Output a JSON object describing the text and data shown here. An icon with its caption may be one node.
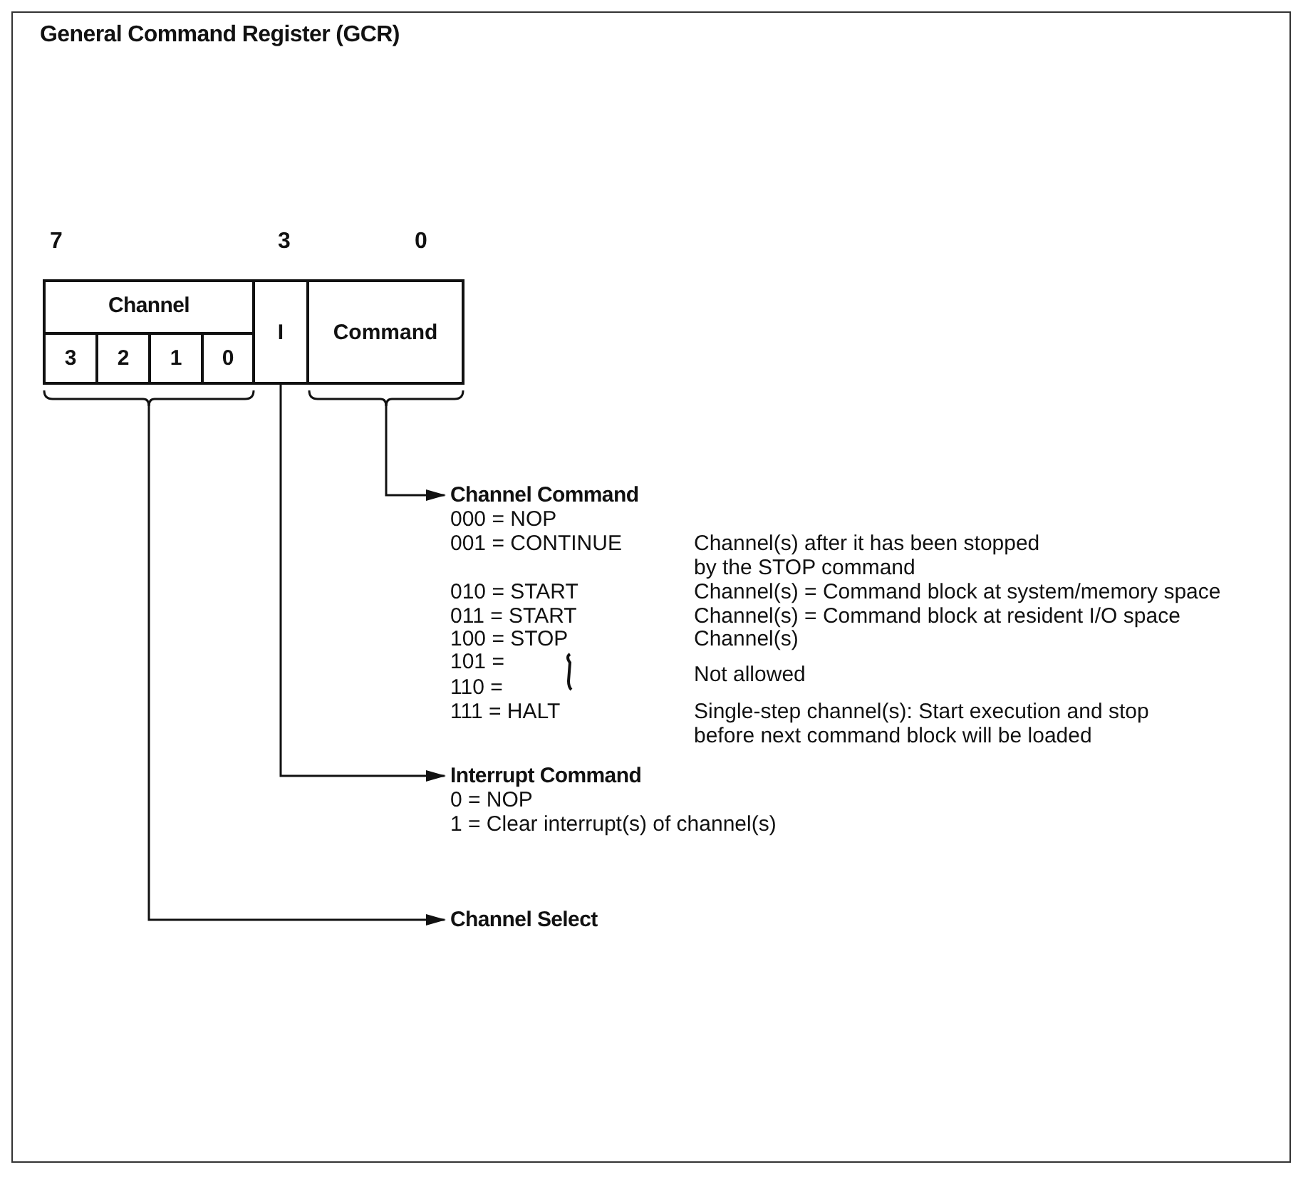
{
  "diagram": {
    "title": "General Command Register (GCR)",
    "nodes": [
      {
        "text": [
          "Channel"
        ]
      },
      {
        "text": [
          "3"
        ],
        "in": 0
      },
      {
        "text": [
          "2"
        ],
        "in": 0
      },
      {
        "text": [
          "1"
        ],
        "in": 0
      },
      {
        "text": [
          "0"
        ],
        "in": 0
      },
      {
        "text": [
          "I"
        ]
      },
      {
        "text": [
          "Command"
        ]
      },
      {
        "text": [
          "Channel Command"
        ]
      },
      {
        "text": [
          "Interrupt Command"
        ]
      },
      {
        "text": [
          "Channel Select"
        ]
      }
    ],
    "edges": [
      {
        "from": 6,
        "to": 7,
        "arrow": "to"
      },
      {
        "from": 5,
        "to": 8,
        "arrow": "to"
      },
      {
        "from": 0,
        "to": 9,
        "arrow": "to"
      }
    ],
    "labels": [
      "7",
      "3",
      "0",
      "000 = NOP",
      "001 = CONTINUE",
      "Channel(s) after it has been stopped by the STOP command",
      "010 = START",
      "Channel(s) = Command block at system/memory space",
      "011 = START",
      "Channel(s) = Command block at resident I/O space",
      "100 = STOP",
      "Channel(s)",
      "101 =",
      "110 =",
      "Not allowed",
      "111 = HALT",
      "Single-step channel(s): Start execution and stop before next command block will be loaded",
      "0 = NOP",
      "1 = Clear interrupt(s) of channel(s)"
    ]
  }
}
